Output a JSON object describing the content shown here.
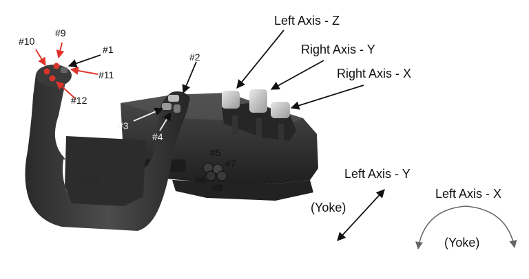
{
  "labels": {
    "left_axis_z": "Left Axis - Z",
    "right_axis_y": "Right Axis - Y",
    "right_axis_x": "Right Axis - X",
    "left_axis_y": "Left Axis - Y",
    "left_axis_x": "Left Axis - X",
    "yoke_left": "(Yoke)",
    "yoke_bottom": "(Yoke)"
  },
  "buttons": {
    "b1": "#1",
    "b2": "#2",
    "b3": "#3",
    "b4": "#4",
    "b5": "#5",
    "b6": "#6",
    "b7": "#7",
    "b8": "#8",
    "b9": "#9",
    "b10": "#10",
    "b11": "#11",
    "b12": "#12"
  },
  "logo": {
    "line1": "CH PRODUCTS",
    "line2": "FLIGHT",
    "line3": "SIM",
    "line4": "YOKE"
  },
  "colors": {
    "red_arrow": "#e0332a",
    "black_arrow": "#111111",
    "grey_arrow": "#666666",
    "device_body": "#2e2e2e"
  }
}
